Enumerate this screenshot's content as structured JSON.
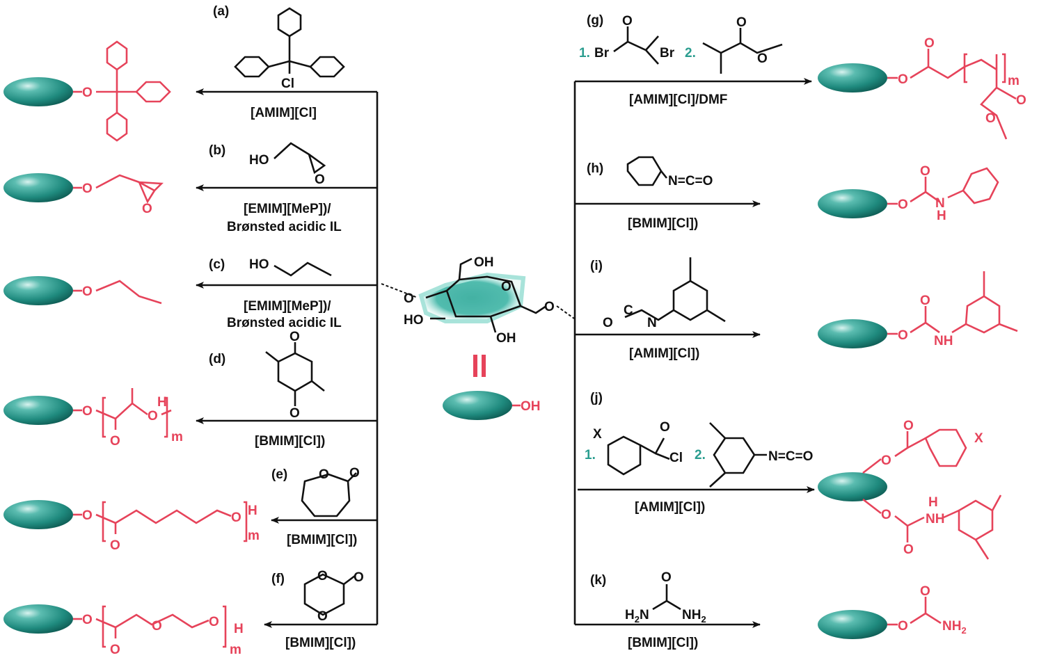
{
  "reaction_labels": {
    "a": "(a)",
    "b": "(b)",
    "c": "(c)",
    "d": "(d)",
    "e": "(e)",
    "f": "(f)",
    "g": "(g)",
    "h": "(h)",
    "i": "(i)",
    "j": "(j)",
    "k": "(k)"
  },
  "conditions": {
    "a": "[AMIM][Cl]",
    "b1": "[EMIM][MeP])/",
    "b2": "Brønsted acidic IL",
    "c1": "[EMIM][MeP])/",
    "c2": "Brønsted acidic IL",
    "d": "[BMIM][Cl])",
    "e": "[BMIM][Cl])",
    "f": "[BMIM][Cl])",
    "g": "[AMIM][Cl]/DMF",
    "h": "[BMIM][Cl])",
    "i": "[AMIM][Cl])",
    "j": "[AMIM][Cl])",
    "k": "[BMIM][Cl])"
  },
  "atoms": {
    "O": "O",
    "OH": "OH",
    "HO": "HO",
    "H": "H",
    "m": "m",
    "Cl": "Cl",
    "Br": "Br",
    "X": "X",
    "NH": "NH",
    "N": "N",
    "NCO": "N=C=O",
    "NCO_short": "C",
    "NH2": "NH",
    "sub2": "2",
    "H2N": "H",
    "step1": "1.",
    "step2": "2."
  },
  "equals_sign": "=",
  "colors": {
    "product": "#e6435a",
    "cellulose": "#1f8a7e",
    "ink": "#111111",
    "step": "#2a9d8f"
  }
}
